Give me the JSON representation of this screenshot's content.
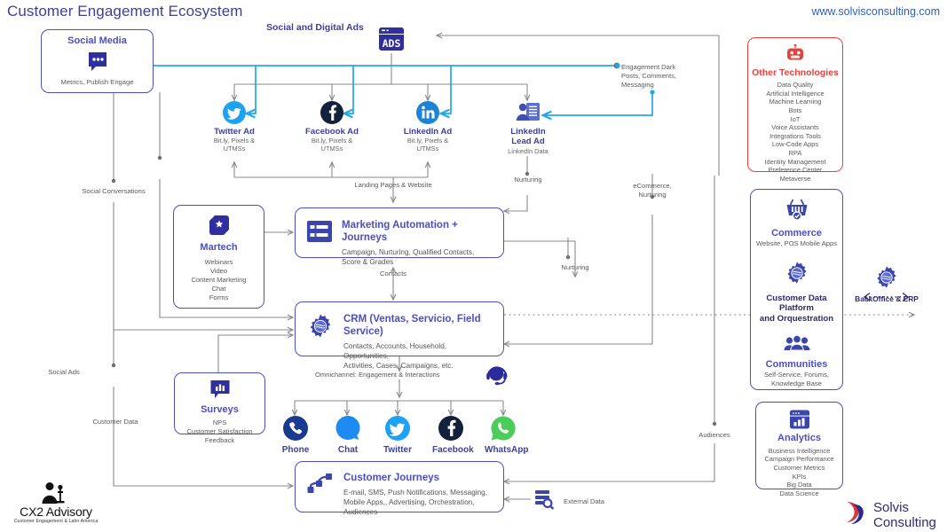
{
  "header": {
    "title": "Customer Engagement Ecosystem",
    "url": "www.solvisconsulting.com"
  },
  "nodes": {
    "social_media": {
      "title": "Social Media",
      "sub": "Metrics, Publish Engage",
      "icon": "chat-bubble-icon"
    },
    "social_digital_ads": {
      "label": "Social and Digital Ads",
      "icon": "ads-browser-icon"
    },
    "twitter_ad": {
      "label": "Twitter Ad",
      "sub": "Bit.ly, Pixels & UTMSs",
      "icon": "twitter-icon"
    },
    "facebook_ad": {
      "label": "Facebook Ad",
      "sub": "Bit.ly, Pixels & UTMSs",
      "icon": "facebook-icon"
    },
    "linkedin_ad": {
      "label": "LinkedIn Ad",
      "sub": "Bit.ly, Pixels & UTMSs",
      "icon": "linkedin-icon"
    },
    "linkedin_lead_ad": {
      "label": "LinkedIn\nLead Ad",
      "line1": "LinkedIn",
      "line2": "Lead Ad",
      "sub": "LinkedIn Data",
      "icon": "lead-form-icon"
    },
    "martech": {
      "title": "Martech",
      "sub": "Webinars\nVideo\nContent Marketing\nChat\nForms",
      "lines": [
        "Webinars",
        "Video",
        "Content Marketing",
        "Chat",
        "Forms"
      ],
      "icon": "martech-tag-icon"
    },
    "marketing_automation": {
      "title": "Marketing Automation + Journeys",
      "sub1": "Campaign, Nurturing, Qualified Contacts,",
      "sub2": "Score & Grades",
      "icon": "automation-list-icon"
    },
    "crm": {
      "title": "CRM (Ventas, Servicio, Field Service)",
      "sub1": "Contacts, Accounts, Household, Opportunities,",
      "sub2": "Activities, Cases, Campaigns, etc.",
      "icon": "crm-gear-icon"
    },
    "surveys": {
      "title": "Surveys",
      "lines": [
        "NPS",
        "Customer Satisfaction",
        "Feedback"
      ],
      "icon": "survey-chart-icon"
    },
    "customer_journeys": {
      "title": "Customer Journeys",
      "sub1": "E-mail, SMS, Push Notifications, Messaging,",
      "sub2": "Mobile Apps,, Advertising, Orchestration,",
      "sub3": "Audiences",
      "icon": "journey-path-icon"
    },
    "external_data": {
      "label": "External Data",
      "icon": "database-search-icon"
    },
    "omnichannel_headset": {
      "icon": "headset-icon"
    }
  },
  "channels": [
    {
      "label": "Phone",
      "icon": "phone-icon",
      "color": "#1a3a8f"
    },
    {
      "label": "Chat",
      "icon": "chat-icon",
      "color": "#1d8bf1"
    },
    {
      "label": "Twitter",
      "icon": "twitter-icon",
      "color": "#1da1f2"
    },
    {
      "label": "Facebook",
      "icon": "facebook-icon",
      "color": "#14213d"
    },
    {
      "label": "WhatsApp",
      "icon": "whatsapp-icon",
      "color": "#4ccd5a"
    }
  ],
  "right_panel": {
    "other_technologies": {
      "title": "Other Technologies",
      "icon": "robot-icon",
      "items": [
        "Data Quality",
        "Artificial Intelligence",
        "Machine Learning",
        "Bots",
        "IoT",
        "Voice Assistants",
        "Integrations Tools",
        "Low-Code Apps",
        "RPA",
        "Identity Management",
        "Preference Center",
        "Metaverse"
      ]
    },
    "commerce": {
      "title": "Commerce",
      "sub": "Website, POS Mobile Apps",
      "icon": "shopping-basket-icon"
    },
    "cdp": {
      "line1": "Customer Data",
      "line2": "Platform",
      "line3": "and Orquestration",
      "icon": "cdp-gear-icon"
    },
    "communities": {
      "title": "Communities",
      "sub1": "Self-Service, Forums,",
      "sub2": "Knowledge Base",
      "icon": "community-people-icon"
    },
    "analytics": {
      "title": "Analytics",
      "items": [
        "Business Intelligence",
        "Campaign Performance",
        "Customer Metrics",
        "KPIs",
        "Big Data",
        "Data Science"
      ],
      "icon": "analytics-chart-icon"
    },
    "backoffice": {
      "label": "BackOffice & ERP",
      "icon": "backoffice-gear-icon"
    }
  },
  "edge_labels": {
    "engagement_dark": "Engagement Dark\nPosts, Comments,\nMessaging",
    "engagement_dark_l1": "Engagement Dark",
    "engagement_dark_l2": "Posts, Comments,",
    "engagement_dark_l3": "Messaging",
    "social_conversations": "Social Conversations",
    "social_ads": "Social Ads",
    "customer_data": "Customer Data",
    "landing_pages": "Landing Pages & Website",
    "nurturing_1": "Nurturing",
    "nurturing_2": "Nurturing",
    "ecommerce_nurturing_l1": "eCommerce,",
    "ecommerce_nurturing_l2": "Nurturing",
    "contacts": "Contacts",
    "omnichannel": "Omnichannel: Engagement & Interactions",
    "audiences": "Audiences"
  },
  "logos": {
    "cx2": {
      "name": "CX2 Advisory",
      "tagline": "Customer Engagement & Latin America"
    },
    "solvis": {
      "name": "Solvis Consulting"
    }
  },
  "colors": {
    "brand_blue": "#3b3f9e",
    "node_purple": "#4b4fc4",
    "accent_cyan": "#22a7ec",
    "red": "#e8413c",
    "line_gray": "#8a8a8a"
  }
}
